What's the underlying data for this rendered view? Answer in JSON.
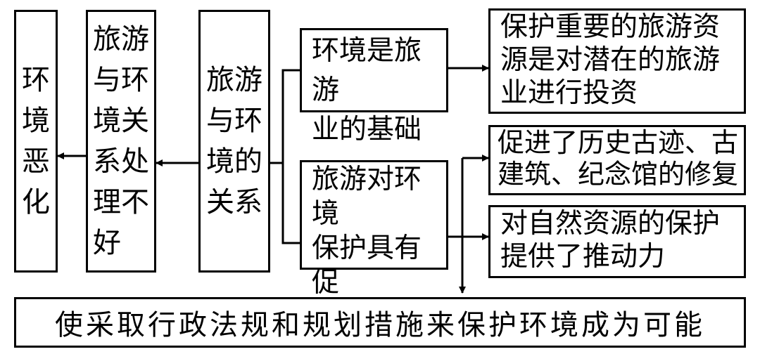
{
  "nodes": {
    "deterioration": "环\n境\n恶\n化",
    "mishandled": "旅游\n与环\n境关\n系处\n理不\n好",
    "relationship": "旅游\n与环\n境的\n关系",
    "foundation": "环境是旅游\n业的基础",
    "promotion": "旅游对环境\n保护具有促\n进作用",
    "investment": "保护重要的旅游资\n源是对潜在的旅游\n业进行投资",
    "restoration": "促进了历史古迹、古\n建筑、纪念馆的修复",
    "nature": "对自然资源的保护\n提供了推动力",
    "measures": "使采取行政法规和规划措施来保护环境成为可能"
  }
}
